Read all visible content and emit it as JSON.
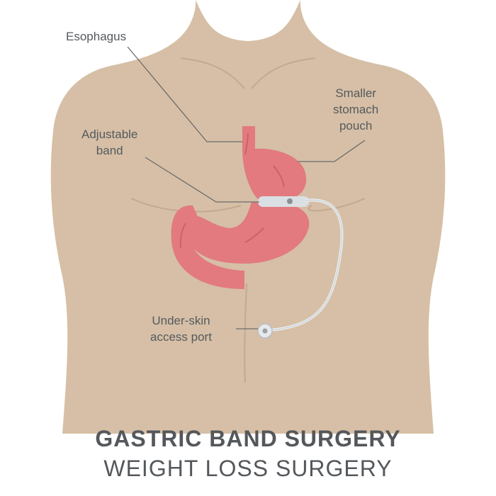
{
  "colors": {
    "skin": "#d6bfa6",
    "skin_line": "#c2a990",
    "stomach": "#e27a80",
    "stomach_dark": "#c9626b",
    "band": "#dadfe3",
    "label_text": "#555a5e",
    "leader_line": "#6b6b6b"
  },
  "labels": {
    "esophagus": [
      "Esophagus"
    ],
    "adjustable_band": [
      "Adjustable",
      "band"
    ],
    "smaller_stomach_pouch": [
      "Smaller",
      "stomach",
      "pouch"
    ],
    "access_port": [
      "Under-skin",
      "access port"
    ]
  },
  "title": "GASTRIC BAND SURGERY",
  "subtitle": "WEIGHT LOSS SURGERY"
}
